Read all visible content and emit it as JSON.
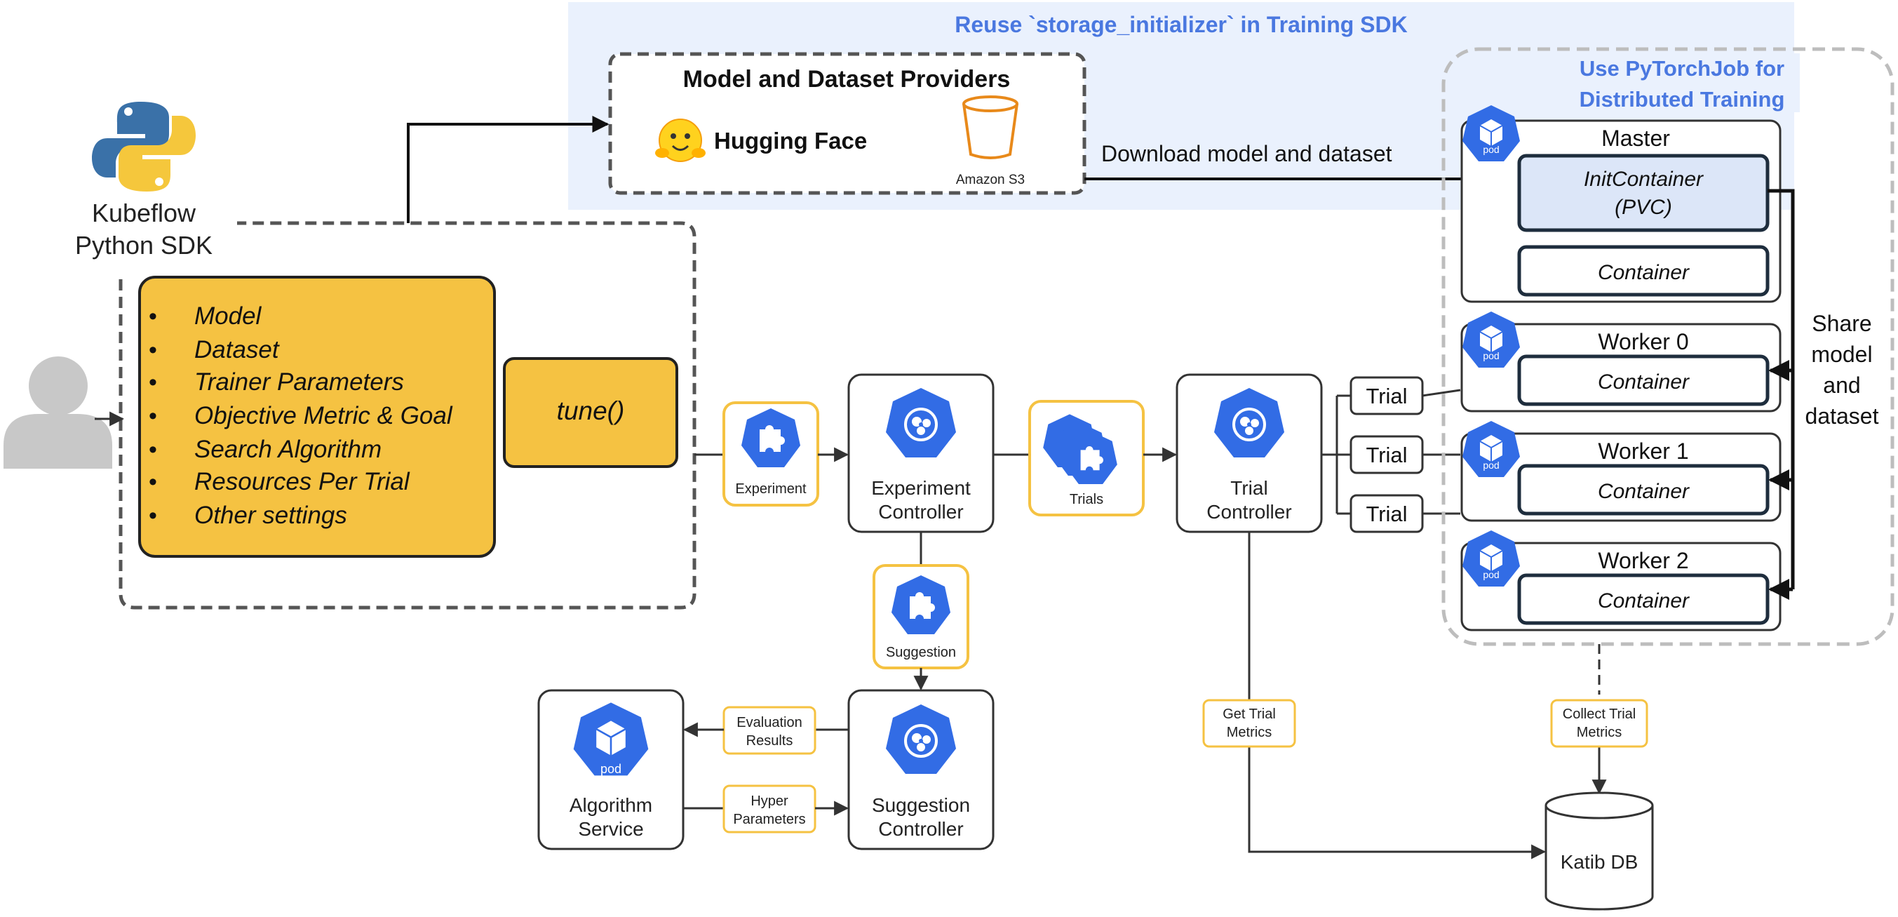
{
  "sdk": {
    "line1": "Kubeflow",
    "line2": "Python SDK",
    "params": [
      "Model",
      "Dataset",
      "Trainer Parameters",
      "Objective Metric & Goal",
      "Search Algorithm",
      "Resources Per Trial",
      "Other settings"
    ],
    "tune": "tune()"
  },
  "storage": {
    "title": "Reuse `storage_initializer` in Training SDK",
    "providers_title": "Model and Dataset Providers",
    "huggingface": "Hugging Face",
    "s3": "Amazon S3",
    "download": "Download model and dataset"
  },
  "pytorch": {
    "title_line1": "Use PyTorchJob for",
    "title_line2": "Distributed Training",
    "master": "Master",
    "init_line1": "InitContainer",
    "init_line2": "(PVC)",
    "container": "Container",
    "workers": [
      "Worker 0",
      "Worker 1",
      "Worker 2"
    ],
    "pod": "pod",
    "share": [
      "Share",
      "model",
      "and",
      "dataset"
    ]
  },
  "katib": {
    "experiment": "Experiment",
    "experiment_controller": [
      "Experiment",
      "Controller"
    ],
    "trials": "Trials",
    "trial_controller": [
      "Trial",
      "Controller"
    ],
    "trial": "Trial",
    "suggestion": "Suggestion",
    "suggestion_controller": [
      "Suggestion",
      "Controller"
    ],
    "algorithm_service": [
      "Algorithm",
      "Service"
    ],
    "evaluation_results": [
      "Evaluation",
      "Results"
    ],
    "hyper_parameters": [
      "Hyper",
      "Parameters"
    ],
    "get_trial_metrics": [
      "Get Trial",
      "Metrics"
    ],
    "collect_trial_metrics": [
      "Collect Trial",
      "Metrics"
    ],
    "katib_db": "Katib DB"
  },
  "colors": {
    "blue_heading": "#4a78e0",
    "k8s_blue": "#326ce5",
    "yellow": "#f5c242",
    "light_blue_bg": "#eaf1fd",
    "init_fill": "#dce6f8"
  },
  "icons": [
    "python-logo-icon",
    "user-icon",
    "hugging-face-icon",
    "amazon-s3-bucket-icon",
    "puzzle-icon",
    "helm-icon",
    "pod-icon",
    "database-icon"
  ]
}
